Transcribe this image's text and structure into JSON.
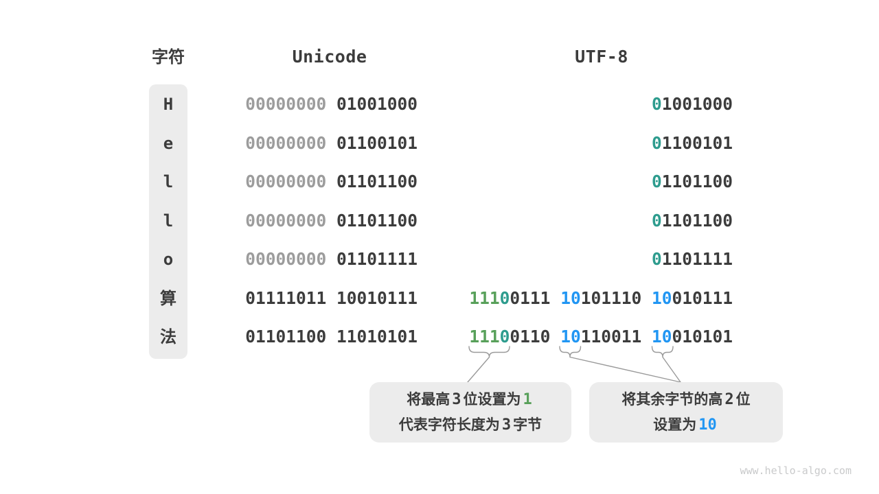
{
  "headers": {
    "char": "字符",
    "unicode": "Unicode",
    "utf8": "UTF-8"
  },
  "colors": {
    "text_dark": "#3c3c3c",
    "text_gray": "#9c9c9c",
    "accent_teal": "#2e9c8e",
    "accent_green": "#58a05a",
    "accent_blue": "#2196f3",
    "panel_bg": "#ececec"
  },
  "rows": [
    {
      "char": "H",
      "unicode": [
        {
          "c": "gray",
          "t": "00000000 "
        },
        {
          "c": "dark",
          "t": "01001000"
        }
      ],
      "utf8": [
        {
          "c": "teal",
          "t": "0"
        },
        {
          "c": "dark",
          "t": "1001000"
        }
      ]
    },
    {
      "char": "e",
      "unicode": [
        {
          "c": "gray",
          "t": "00000000 "
        },
        {
          "c": "dark",
          "t": "01100101"
        }
      ],
      "utf8": [
        {
          "c": "teal",
          "t": "0"
        },
        {
          "c": "dark",
          "t": "1100101"
        }
      ]
    },
    {
      "char": "l",
      "unicode": [
        {
          "c": "gray",
          "t": "00000000 "
        },
        {
          "c": "dark",
          "t": "01101100"
        }
      ],
      "utf8": [
        {
          "c": "teal",
          "t": "0"
        },
        {
          "c": "dark",
          "t": "1101100"
        }
      ]
    },
    {
      "char": "l",
      "unicode": [
        {
          "c": "gray",
          "t": "00000000 "
        },
        {
          "c": "dark",
          "t": "01101100"
        }
      ],
      "utf8": [
        {
          "c": "teal",
          "t": "0"
        },
        {
          "c": "dark",
          "t": "1101100"
        }
      ]
    },
    {
      "char": "o",
      "unicode": [
        {
          "c": "gray",
          "t": "00000000 "
        },
        {
          "c": "dark",
          "t": "01101111"
        }
      ],
      "utf8": [
        {
          "c": "teal",
          "t": "0"
        },
        {
          "c": "dark",
          "t": "1101111"
        }
      ]
    },
    {
      "char": "算",
      "unicode": [
        {
          "c": "dark",
          "t": "01111011 10010111"
        }
      ],
      "utf8": [
        {
          "c": "green",
          "t": "111"
        },
        {
          "c": "teal",
          "t": "0"
        },
        {
          "c": "dark",
          "t": "0111 "
        },
        {
          "c": "blue",
          "t": "10"
        },
        {
          "c": "dark",
          "t": "101110 "
        },
        {
          "c": "blue",
          "t": "10"
        },
        {
          "c": "dark",
          "t": "010111"
        }
      ]
    },
    {
      "char": "法",
      "unicode": [
        {
          "c": "dark",
          "t": "01101100 11010101"
        }
      ],
      "utf8": [
        {
          "c": "green",
          "t": "111"
        },
        {
          "c": "teal",
          "t": "0"
        },
        {
          "c": "dark",
          "t": "0110 "
        },
        {
          "c": "blue",
          "t": "10"
        },
        {
          "c": "dark",
          "t": "110011 "
        },
        {
          "c": "blue",
          "t": "10"
        },
        {
          "c": "dark",
          "t": "010101"
        }
      ]
    }
  ],
  "callouts": {
    "left": {
      "l1a": "将最高",
      "l1b": "3",
      "l1c": "位设置为",
      "l1d": "1",
      "l2a": "代表字符长度为",
      "l2b": "3",
      "l2c": "字节"
    },
    "right": {
      "l1a": "将其余字节的高",
      "l1b": "2",
      "l1c": "位",
      "l2a": "设置为",
      "l2b": "10"
    }
  },
  "watermark": "www.hello-algo.com"
}
